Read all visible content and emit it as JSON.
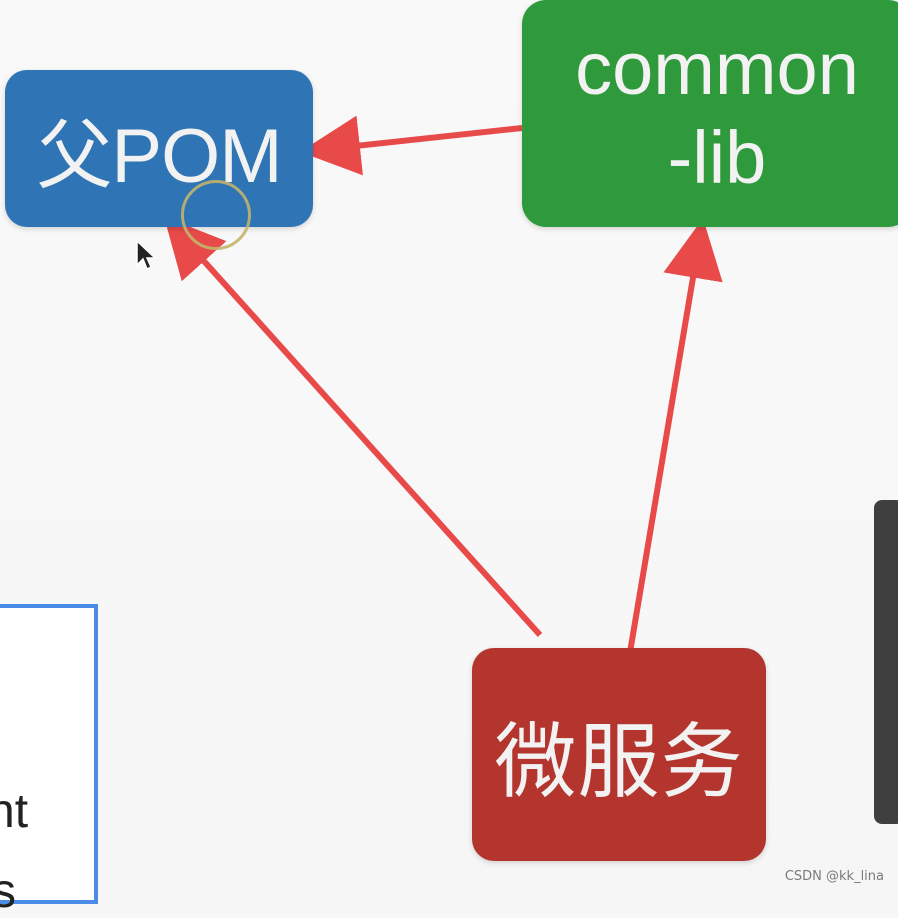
{
  "nodes": {
    "father_pom": {
      "label": "父POM",
      "color": "#2f74b5"
    },
    "common_lib": {
      "line1": "common",
      "line2": "-lib",
      "color": "#2f9a3b"
    },
    "microservice": {
      "label": "微服务",
      "color": "#b4352d"
    }
  },
  "edges": [
    {
      "from": "common_lib",
      "to": "father_pom",
      "color": "#e84a4a"
    },
    {
      "from": "microservice",
      "to": "father_pom",
      "color": "#e84a4a"
    },
    {
      "from": "microservice",
      "to": "common_lib",
      "color": "#e84a4a"
    }
  ],
  "side_panel": {
    "snippet_1": "nt",
    "snippet_2": "s"
  },
  "watermark": "CSDN @kk_lina"
}
